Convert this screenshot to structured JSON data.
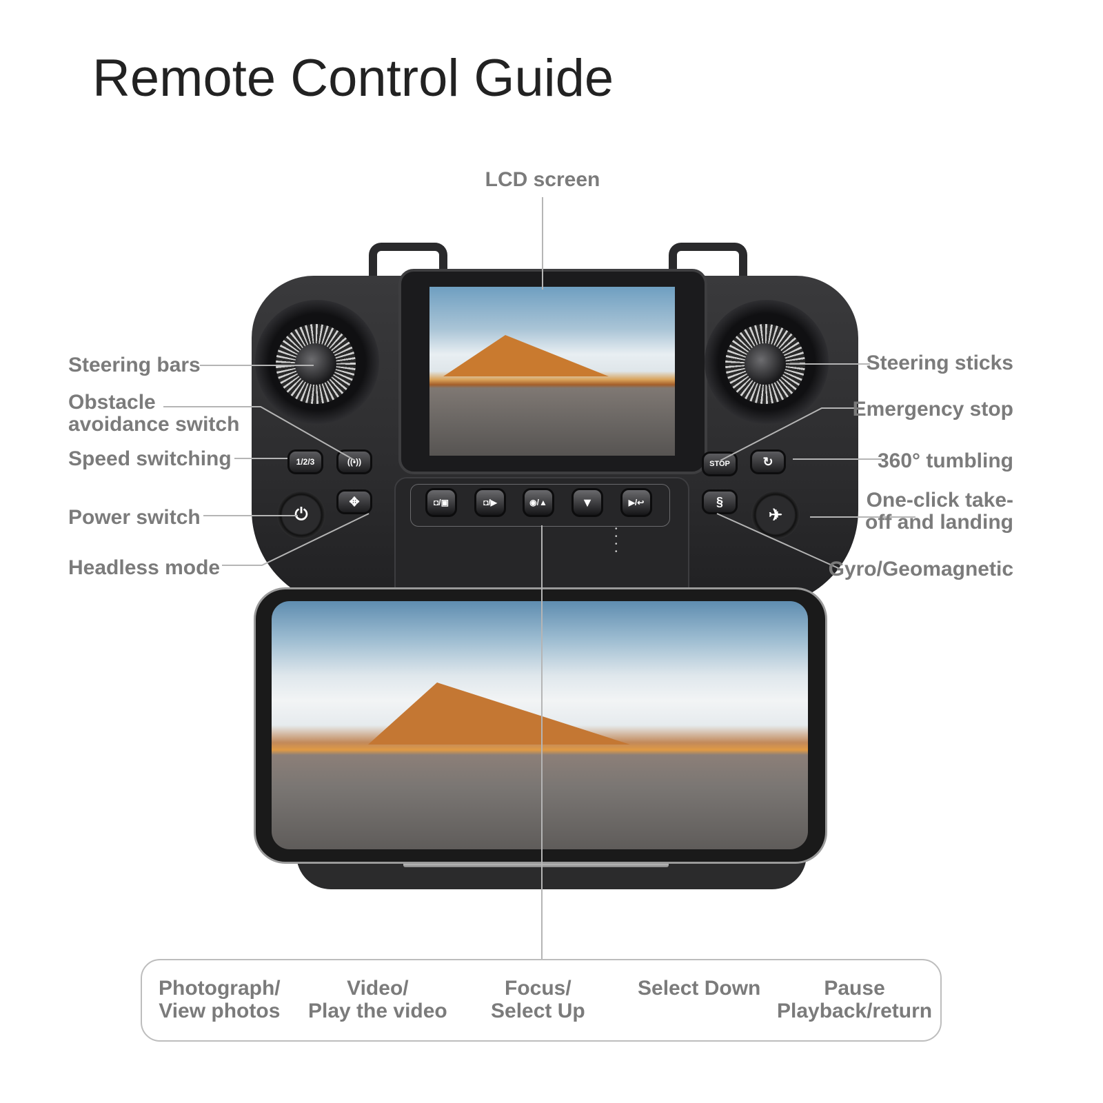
{
  "title": "Remote Control Guide",
  "callouts": {
    "top": {
      "lcd_screen": "LCD screen"
    },
    "left": {
      "steering_bars": "Steering bars",
      "obstacle_line1": "Obstacle",
      "obstacle_line2": "avoidance switch",
      "speed_switching": "Speed switching",
      "power_switch": "Power switch",
      "headless_mode": "Headless mode"
    },
    "right": {
      "steering_sticks": "Steering sticks",
      "emergency_stop": "Emergency stop",
      "tumbling": "360° tumbling",
      "takeoff_line1": "One-click take-",
      "takeoff_line2": "off and landing",
      "gyro": "Gyro/Geomagnetic"
    }
  },
  "controller": {
    "buttons": {
      "speed": "1/2/3",
      "obstacle": "((•))",
      "power": "⏻",
      "headless": "✥",
      "stop": "STOP",
      "tumble": "↻",
      "gyro": "§",
      "takeoff": "✈"
    },
    "panel_buttons": [
      "◘/▣",
      "◘/▶",
      "◉/▲",
      "▼",
      "▶/↩"
    ],
    "indicator_dots": "• • • •"
  },
  "bottom_legend": [
    {
      "line1": "Photograph/",
      "line2": "View photos"
    },
    {
      "line1": "Video/",
      "line2": "Play the video"
    },
    {
      "line1": "Focus/",
      "line2": "Select Up"
    },
    {
      "line1": "Select Down",
      "line2": ""
    },
    {
      "line1": "Pause",
      "line2": "Playback/return"
    }
  ],
  "colors": {
    "label_gray": "#7b7b7b",
    "title": "#222222",
    "controller_body": "#2c2c2e",
    "callout_line": "#b5b5b5"
  }
}
